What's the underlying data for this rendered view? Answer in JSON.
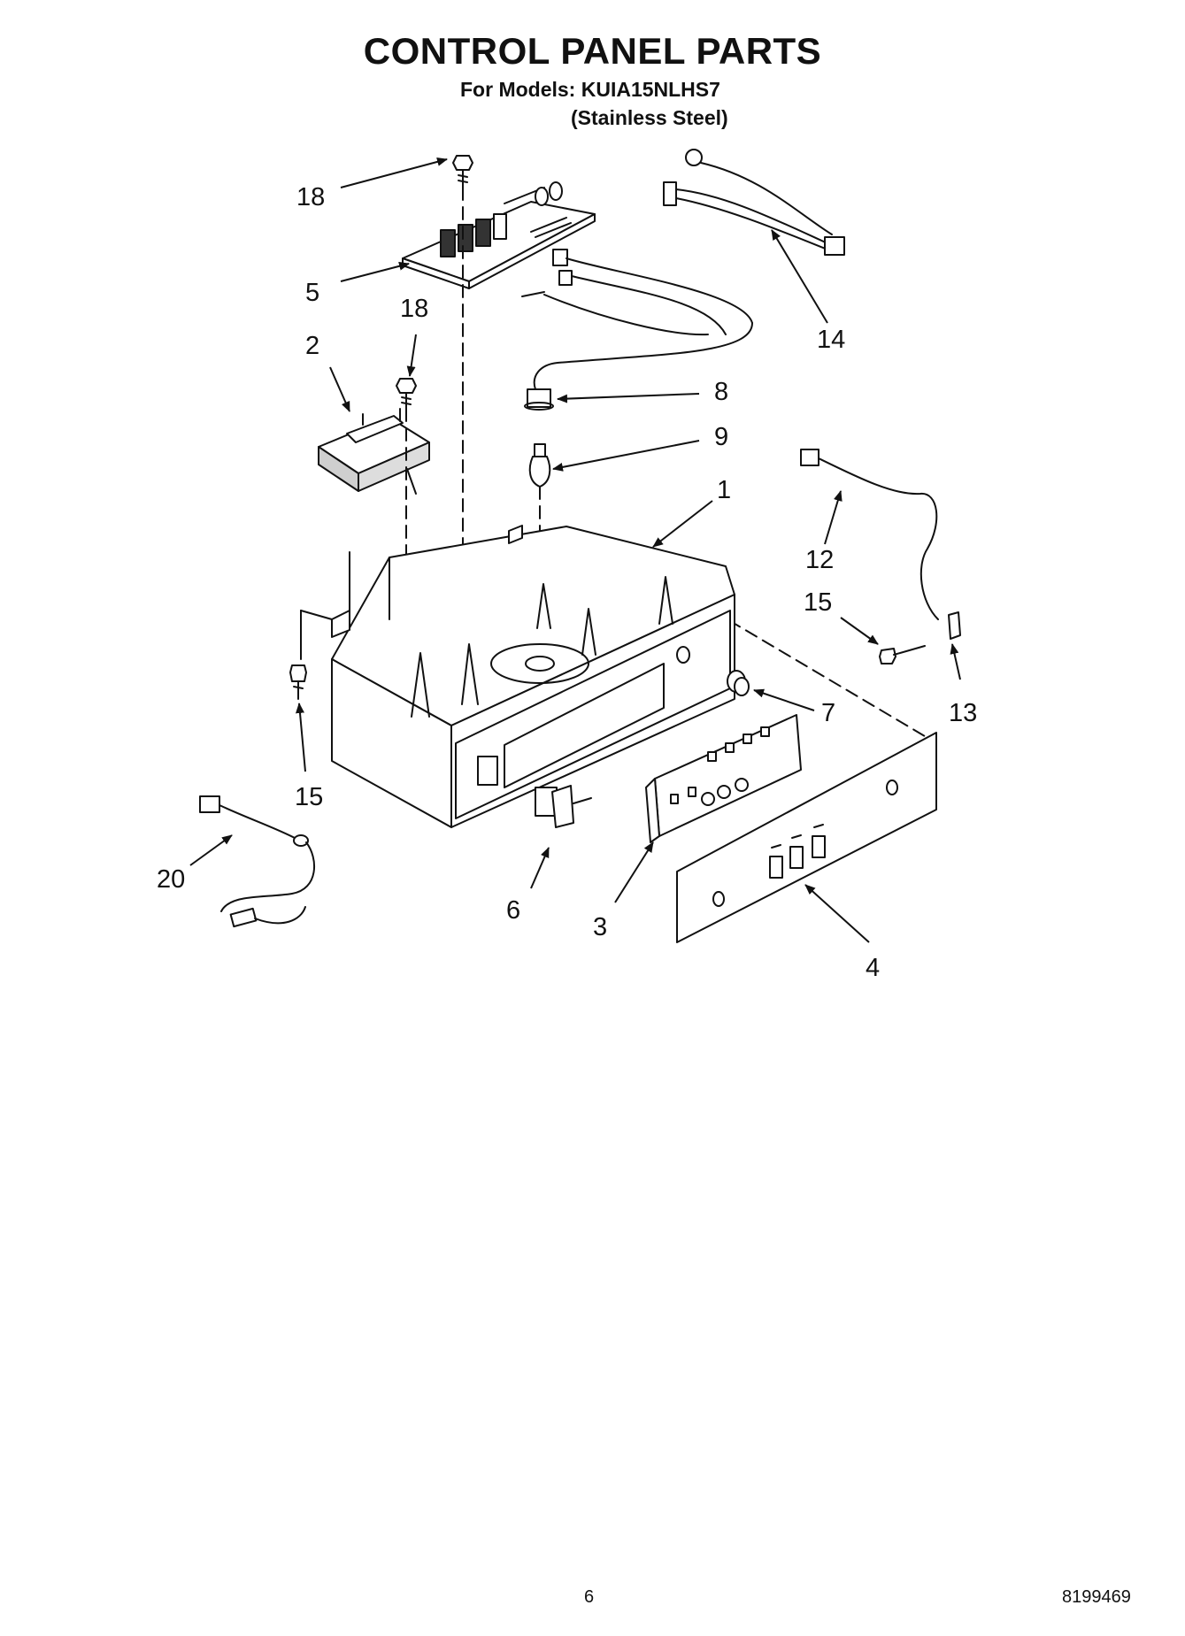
{
  "header": {
    "title": "CONTROL PANEL PARTS",
    "models": "For Models: KUIA15NLHS7",
    "finish": "(Stainless Steel)"
  },
  "callouts": [
    {
      "id": "c18a",
      "label": "18"
    },
    {
      "id": "c5",
      "label": "5"
    },
    {
      "id": "c18b",
      "label": "18"
    },
    {
      "id": "c2",
      "label": "2"
    },
    {
      "id": "c14",
      "label": "14"
    },
    {
      "id": "c8",
      "label": "8"
    },
    {
      "id": "c9",
      "label": "9"
    },
    {
      "id": "c1",
      "label": "1"
    },
    {
      "id": "c12",
      "label": "12"
    },
    {
      "id": "c15a",
      "label": "15"
    },
    {
      "id": "c13",
      "label": "13"
    },
    {
      "id": "c7",
      "label": "7"
    },
    {
      "id": "c15b",
      "label": "15"
    },
    {
      "id": "c20",
      "label": "20"
    },
    {
      "id": "c6",
      "label": "6"
    },
    {
      "id": "c3",
      "label": "3"
    },
    {
      "id": "c4",
      "label": "4"
    }
  ],
  "footer": {
    "page_number": "6",
    "document_number": "8199469"
  },
  "colors": {
    "ink": "#111111",
    "background": "#ffffff"
  }
}
